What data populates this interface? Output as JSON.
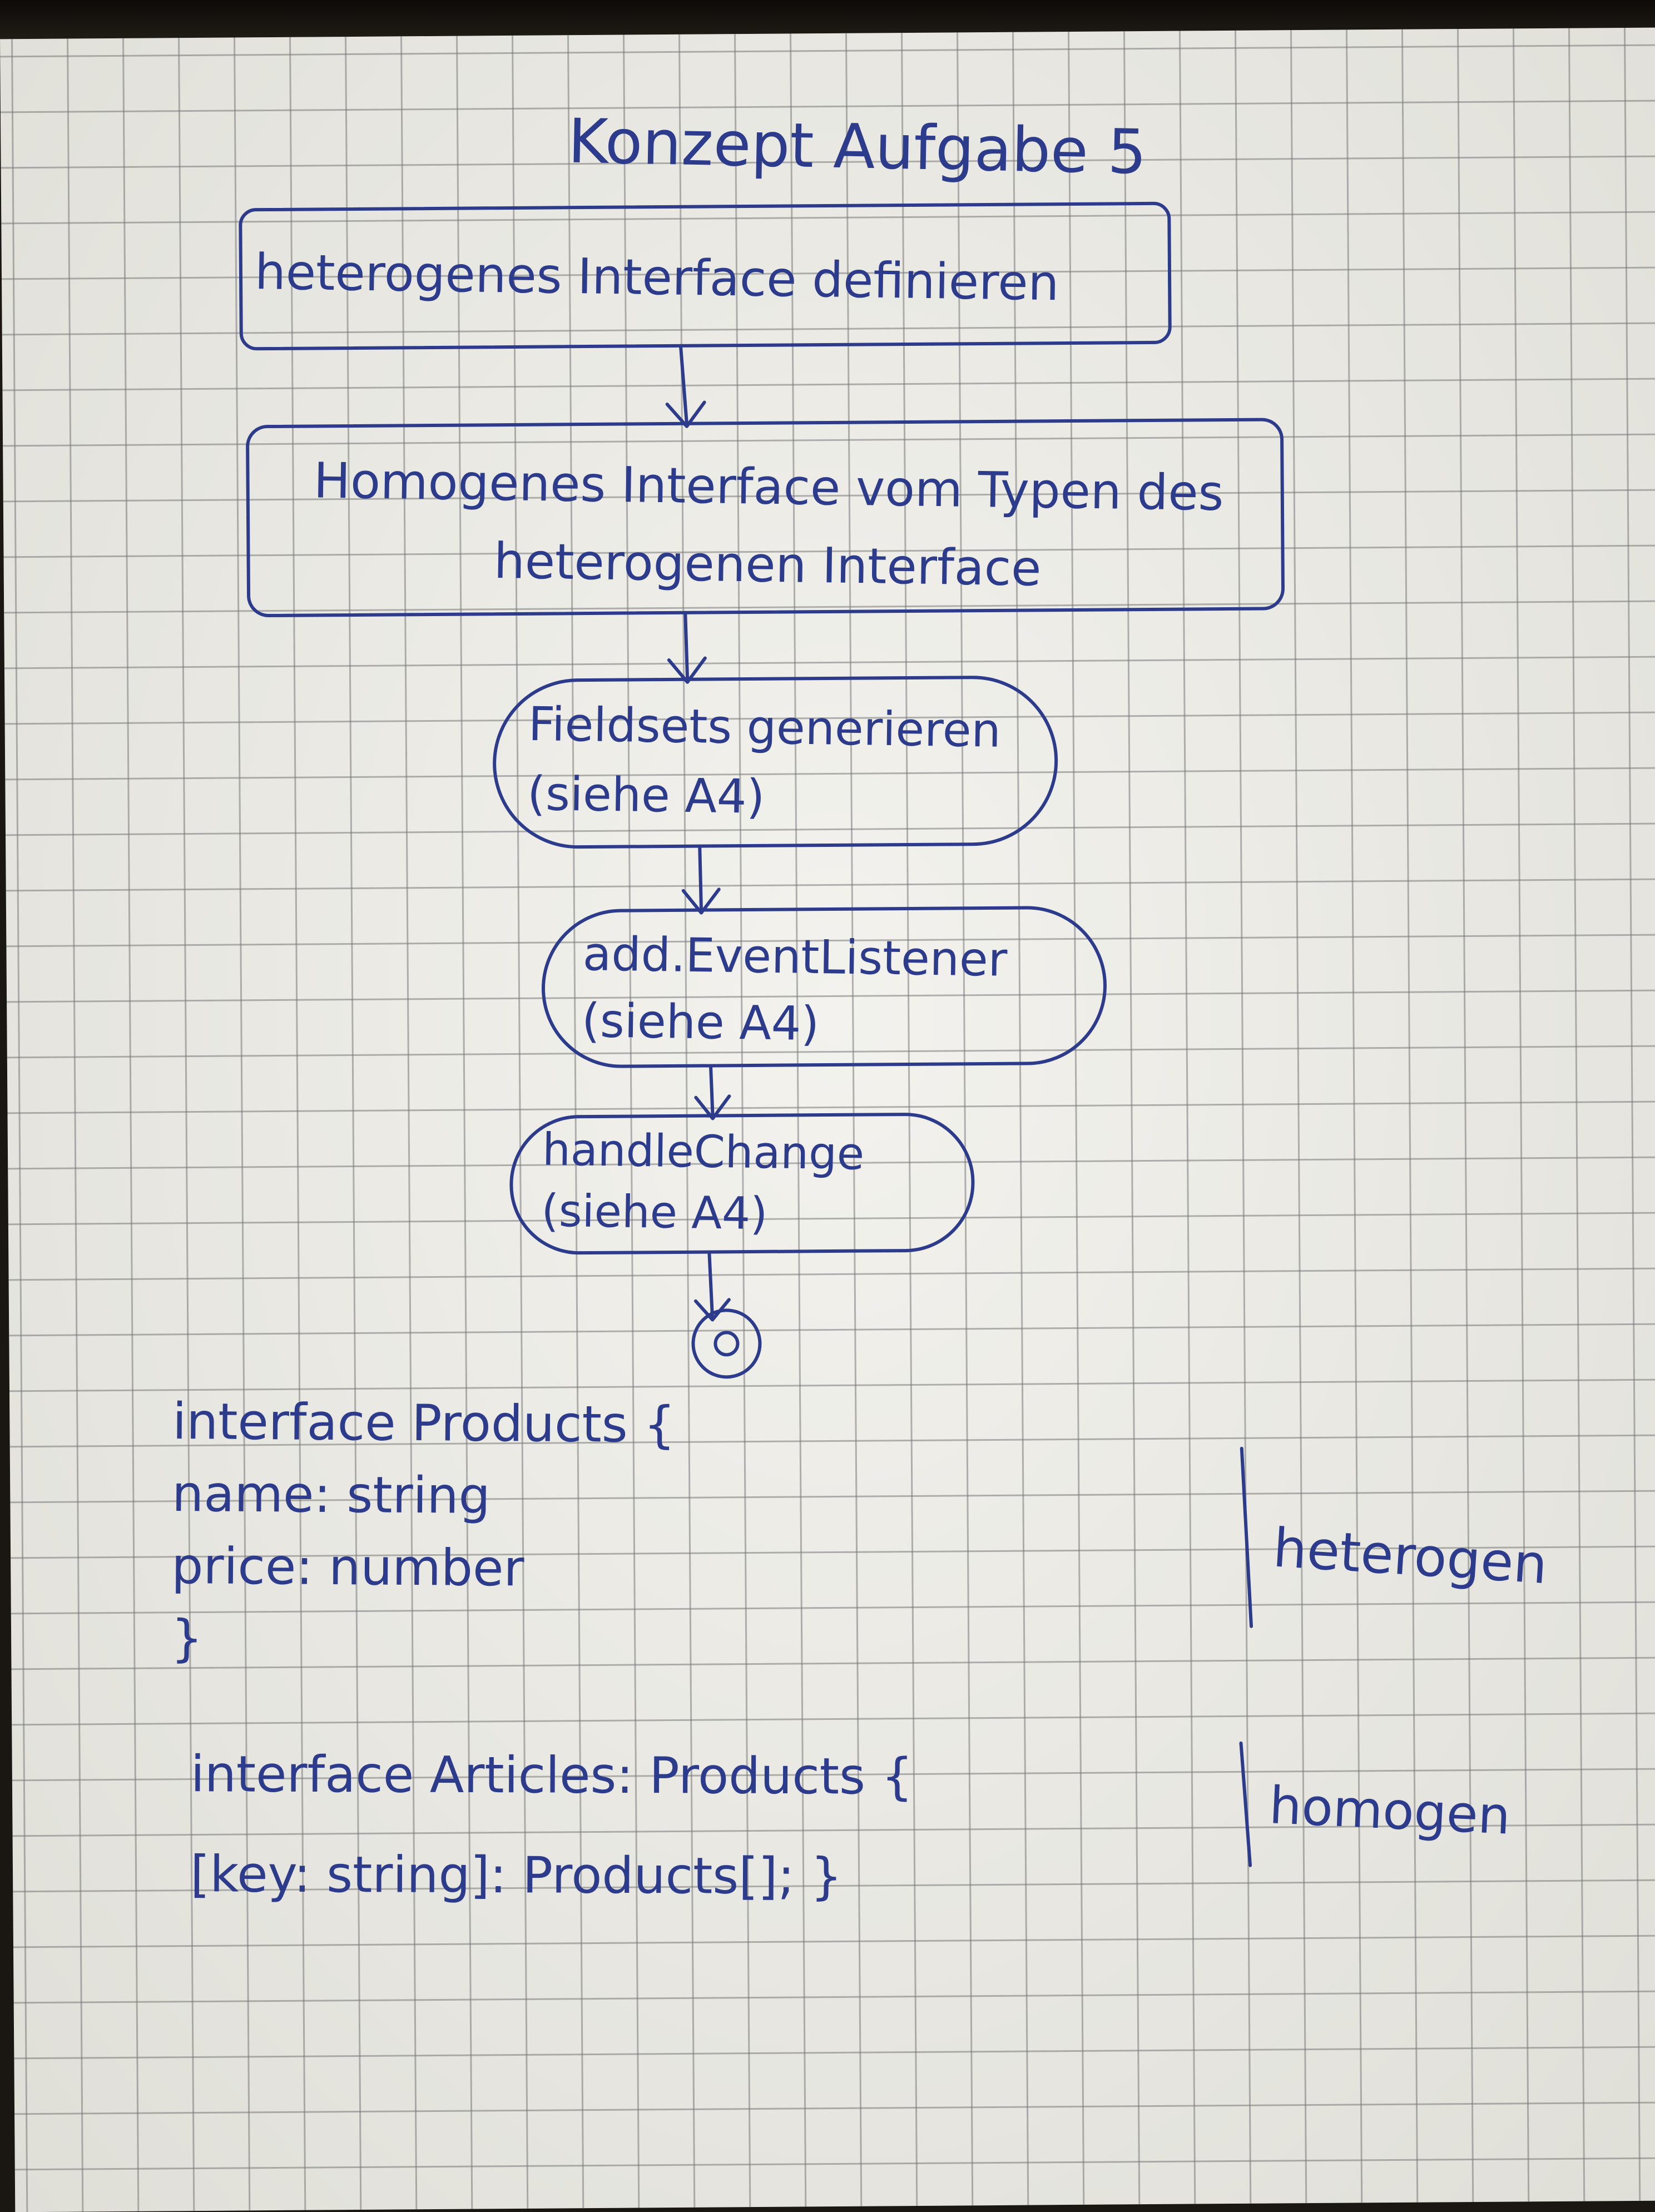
{
  "title": "Konzept Aufgabe 5",
  "flowchart": {
    "nodes": [
      {
        "id": "n1",
        "lines": [
          "heterogenes Interface definieren"
        ]
      },
      {
        "id": "n2",
        "lines": [
          "Homogenes Interface vom Typen des",
          "heterogenen Interface"
        ]
      },
      {
        "id": "n3",
        "lines": [
          "Fieldsets generieren",
          "(siehe A4)"
        ]
      },
      {
        "id": "n4",
        "lines": [
          "add.EventListener",
          "(siehe A4)"
        ]
      },
      {
        "id": "n5",
        "lines": [
          "handleChange",
          "(siehe A4)"
        ]
      }
    ]
  },
  "code": {
    "products": [
      "interface Products {",
      "name: string",
      "price: number",
      "}"
    ],
    "articles": [
      "interface Articles: Products {",
      "[key: string]: Products[]; }"
    ]
  },
  "annotations": {
    "heterogen": "heterogen",
    "homogen": "homogen"
  },
  "colors": {
    "ink": "#2c3b8c",
    "paper": "#efeee8",
    "grid": "#8a8a8a"
  }
}
